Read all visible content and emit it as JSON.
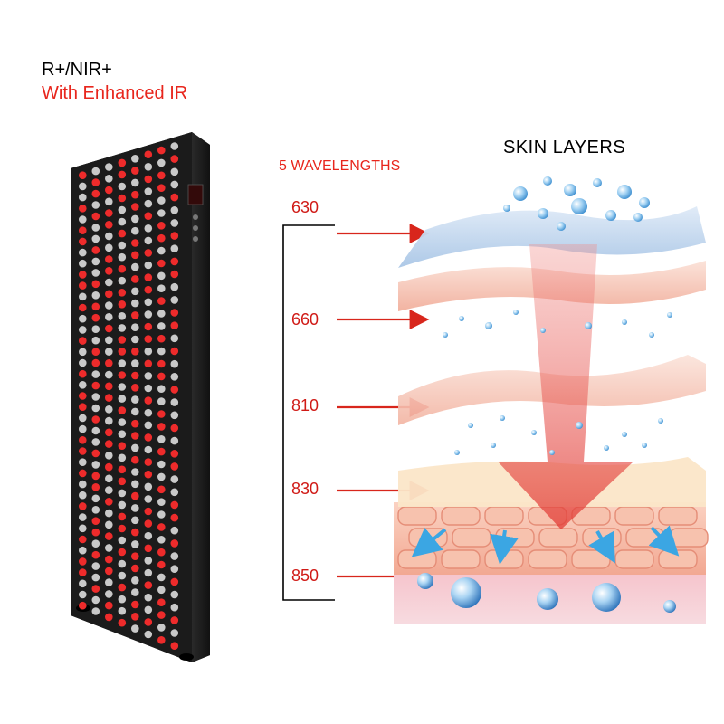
{
  "product": {
    "heading_line1": "R+/NIR+",
    "heading_line2": "With Enhanced IR",
    "led_colors": {
      "red": "#ee2b2b",
      "white": "#c9c9c9",
      "panel": "#1b1b1b"
    }
  },
  "wavelengths": {
    "title": "5 WAVELENGTHS",
    "items": [
      {
        "label": "630"
      },
      {
        "label": "660"
      },
      {
        "label": "810"
      },
      {
        "label": "830"
      },
      {
        "label": "850"
      }
    ],
    "arrow_color": "#d8261c"
  },
  "skin": {
    "title": "SKIN LAYERS",
    "colors": {
      "top": "#bcd6ee",
      "middle": "#f4c0b2",
      "cells": "#f6b9a2",
      "bottom": "#f3b8c2",
      "droplet": "#6cb6e6"
    }
  }
}
